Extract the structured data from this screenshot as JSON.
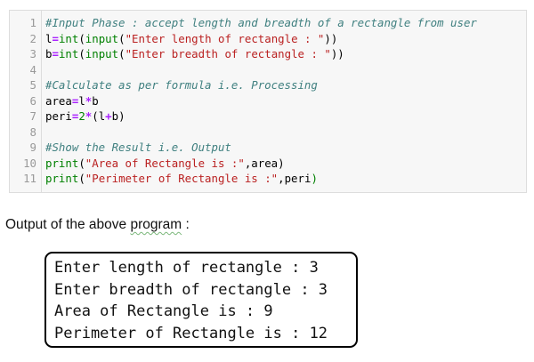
{
  "code": {
    "lines": [
      {
        "num": "1",
        "parts": [
          {
            "t": "#Input Phase : accept length and breadth of a rectangle from user",
            "c": "cm"
          }
        ]
      },
      {
        "num": "2",
        "parts": [
          {
            "t": "l",
            "c": ""
          },
          {
            "t": "=",
            "c": "op"
          },
          {
            "t": "int",
            "c": "bi"
          },
          {
            "t": "(",
            "c": ""
          },
          {
            "t": "input",
            "c": "bi"
          },
          {
            "t": "(",
            "c": ""
          },
          {
            "t": "\"Enter length of rectangle : \"",
            "c": "st"
          },
          {
            "t": "))",
            "c": ""
          }
        ]
      },
      {
        "num": "3",
        "parts": [
          {
            "t": "b",
            "c": ""
          },
          {
            "t": "=",
            "c": "op"
          },
          {
            "t": "int",
            "c": "bi"
          },
          {
            "t": "(",
            "c": ""
          },
          {
            "t": "input",
            "c": "bi"
          },
          {
            "t": "(",
            "c": ""
          },
          {
            "t": "\"Enter breadth of rectangle : \"",
            "c": "st"
          },
          {
            "t": "))",
            "c": ""
          }
        ]
      },
      {
        "num": "4",
        "parts": []
      },
      {
        "num": "5",
        "parts": [
          {
            "t": "#Calculate as per formula i.e. Processing",
            "c": "cm"
          }
        ]
      },
      {
        "num": "6",
        "parts": [
          {
            "t": "area",
            "c": ""
          },
          {
            "t": "=",
            "c": "op"
          },
          {
            "t": "l",
            "c": ""
          },
          {
            "t": "*",
            "c": "op"
          },
          {
            "t": "b",
            "c": ""
          }
        ]
      },
      {
        "num": "7",
        "parts": [
          {
            "t": "peri",
            "c": ""
          },
          {
            "t": "=",
            "c": "op"
          },
          {
            "t": "2",
            "c": "nm"
          },
          {
            "t": "*",
            "c": "op"
          },
          {
            "t": "(l",
            "c": ""
          },
          {
            "t": "+",
            "c": "op"
          },
          {
            "t": "b)",
            "c": ""
          }
        ]
      },
      {
        "num": "8",
        "parts": []
      },
      {
        "num": "9",
        "parts": [
          {
            "t": "#Show the Result i.e. Output",
            "c": "cm"
          }
        ]
      },
      {
        "num": "10",
        "parts": [
          {
            "t": "print",
            "c": "bi"
          },
          {
            "t": "(",
            "c": ""
          },
          {
            "t": "\"Area of Rectangle is :\"",
            "c": "st"
          },
          {
            "t": ",area)",
            "c": ""
          }
        ]
      },
      {
        "num": "11",
        "parts": [
          {
            "t": "print",
            "c": "bi"
          },
          {
            "t": "(",
            "c": ""
          },
          {
            "t": "\"Perimeter of Rectangle is :\"",
            "c": "st"
          },
          {
            "t": ",peri",
            "c": ""
          },
          {
            "t": ")",
            "c": "bi"
          }
        ]
      }
    ]
  },
  "caption": {
    "prefix": "Output of the above ",
    "flagged_word": "program",
    "suffix": " :"
  },
  "output": {
    "lines": [
      "Enter length of rectangle : 3",
      "Enter breadth of rectangle : 3",
      "Area of Rectangle is : 9",
      "Perimeter of Rectangle is : 12"
    ]
  }
}
